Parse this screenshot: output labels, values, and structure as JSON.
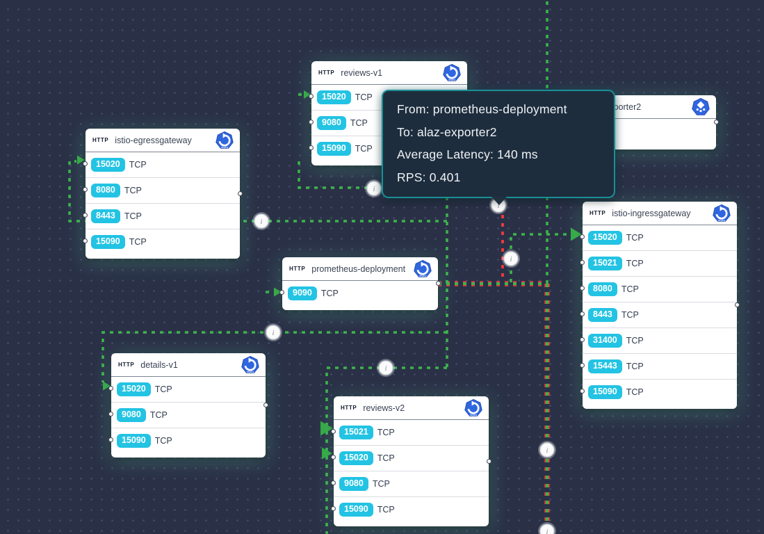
{
  "app": {
    "view": "kubernetes-service-map"
  },
  "colors": {
    "background": "#2a3147",
    "edge_green": "#3cb54a",
    "edge_red": "#e8393d",
    "port_badge_cyan": "#23c3e3",
    "kubernetes_blue": "#2f66e0",
    "tooltip_background": "#1e2d3d",
    "tooltip_border_teal": "#1a8f98"
  },
  "icons": {
    "edge_info": "i",
    "deployment_icon_caption": "deploy"
  },
  "tooltip": {
    "rows": [
      {
        "label": "From",
        "value": "prometheus-deployment"
      },
      {
        "label": "To",
        "value": "alaz-exporter2"
      },
      {
        "label": "Average Latency",
        "value": "140 ms"
      },
      {
        "label": "RPS",
        "value": "0.401"
      }
    ]
  },
  "nodes": [
    {
      "id": "reviews-v1",
      "protocol": "HTTP",
      "title": "reviews-v1",
      "icon": "deployment",
      "ports": [
        {
          "port": "15020",
          "proto": "TCP"
        },
        {
          "port": "9080",
          "proto": "TCP"
        },
        {
          "port": "15090",
          "proto": "TCP"
        }
      ]
    },
    {
      "id": "alaz-exporter2",
      "protocol": "HTTP",
      "title": "alaz-exporter2",
      "icon": "pod",
      "ports": []
    },
    {
      "id": "istio-egressgateway",
      "protocol": "HTTP",
      "title": "istio-egressgateway",
      "icon": "deployment",
      "ports": [
        {
          "port": "15020",
          "proto": "TCP"
        },
        {
          "port": "8080",
          "proto": "TCP"
        },
        {
          "port": "8443",
          "proto": "TCP"
        },
        {
          "port": "15090",
          "proto": "TCP"
        }
      ]
    },
    {
      "id": "istio-ingressgateway",
      "protocol": "HTTP",
      "title": "istio-ingressgateway",
      "icon": "deployment",
      "ports": [
        {
          "port": "15020",
          "proto": "TCP"
        },
        {
          "port": "15021",
          "proto": "TCP"
        },
        {
          "port": "8080",
          "proto": "TCP"
        },
        {
          "port": "8443",
          "proto": "TCP"
        },
        {
          "port": "31400",
          "proto": "TCP"
        },
        {
          "port": "15443",
          "proto": "TCP"
        },
        {
          "port": "15090",
          "proto": "TCP"
        }
      ]
    },
    {
      "id": "prometheus-deployment",
      "protocol": "HTTP",
      "title": "prometheus-deployment",
      "icon": "deployment",
      "ports": [
        {
          "port": "9090",
          "proto": "TCP"
        }
      ]
    },
    {
      "id": "details-v1",
      "protocol": "HTTP",
      "title": "details-v1",
      "icon": "deployment",
      "ports": [
        {
          "port": "15020",
          "proto": "TCP"
        },
        {
          "port": "9080",
          "proto": "TCP"
        },
        {
          "port": "15090",
          "proto": "TCP"
        }
      ]
    },
    {
      "id": "reviews-v2",
      "protocol": "HTTP",
      "title": "reviews-v2",
      "icon": "deployment",
      "ports": [
        {
          "port": "15021",
          "proto": "TCP"
        },
        {
          "port": "15020",
          "proto": "TCP"
        },
        {
          "port": "9080",
          "proto": "TCP"
        },
        {
          "port": "15090",
          "proto": "TCP"
        }
      ]
    }
  ]
}
